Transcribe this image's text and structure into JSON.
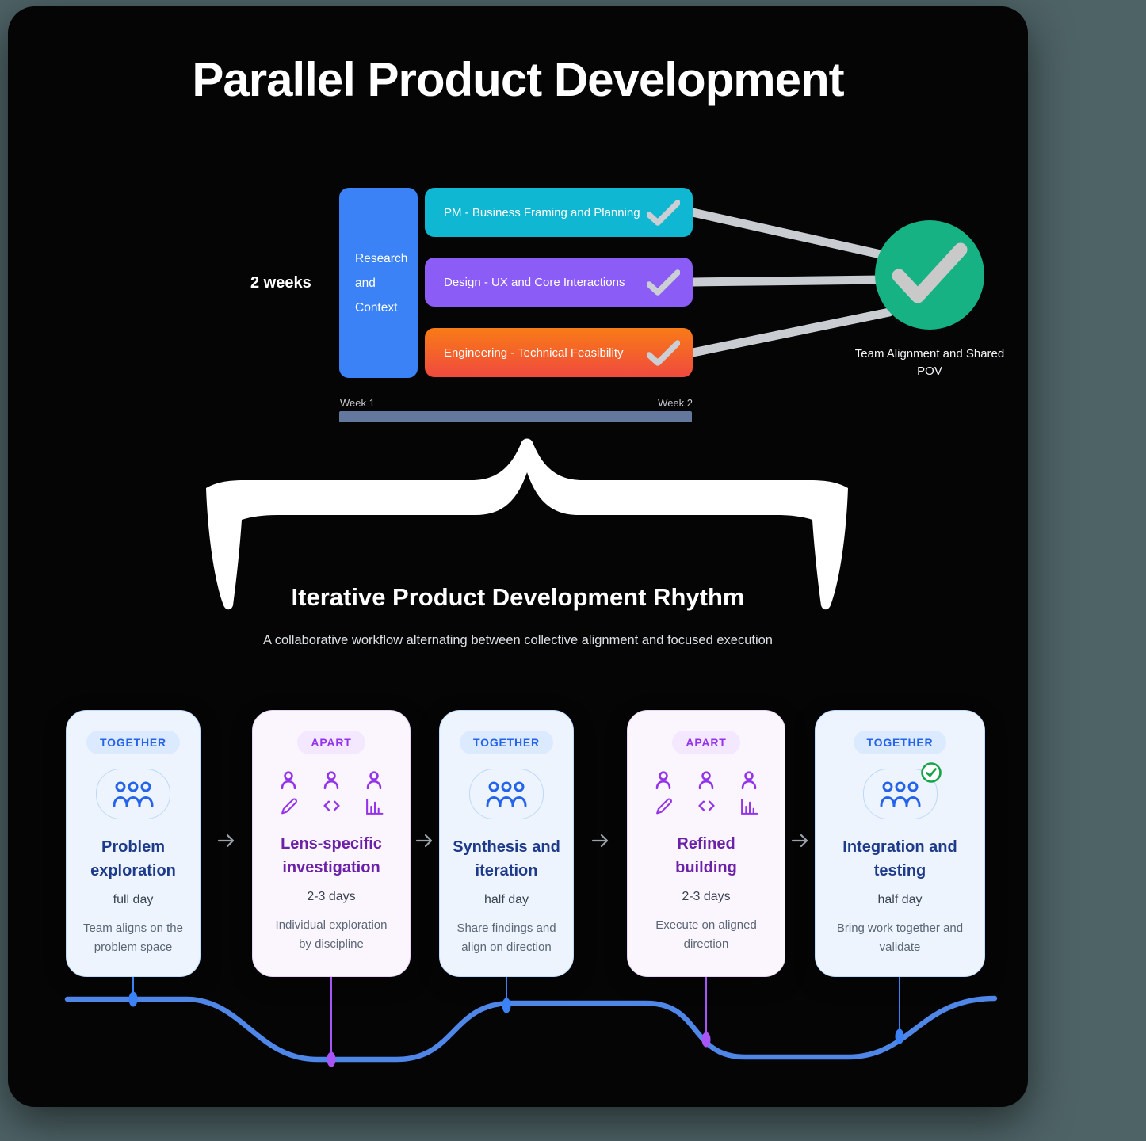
{
  "title": "Parallel Product Development",
  "timeline": {
    "duration_label": "2 weeks",
    "context_box": {
      "label": "Research and Context",
      "color": "#3B82F6"
    },
    "tracks": [
      {
        "label": "PM - Business Framing and Planning",
        "color": "#0FB7D2",
        "checked": true
      },
      {
        "label": "Design - UX and Core Interactions",
        "color": "#8B5CF6",
        "checked": true
      },
      {
        "label": "Engineering - Technical Feasibility",
        "color_top": "#F97B16",
        "color_bottom": "#EF4A3E",
        "checked": true
      }
    ],
    "outcome": {
      "label": "Team Alignment and Shared POV",
      "circle_color": "#17B284",
      "check_color": "#C9C9C9"
    },
    "axis": {
      "start_label": "Week 1",
      "end_label": "Week 2",
      "bar_color": "#64789E"
    }
  },
  "rhythm": {
    "heading": "Iterative Product Development Rhythm",
    "subheading": "A collaborative workflow alternating between collective alignment and focused execution",
    "phases": [
      {
        "mode": "TOGETHER",
        "title": "Problem exploration",
        "duration": "full day",
        "description": "Team aligns on the problem space",
        "icon": "people-icon",
        "dot_color": "#3B82F6"
      },
      {
        "mode": "APART",
        "title": "Lens-specific investigation",
        "duration": "2-3 days",
        "description": "Individual exploration by discipline",
        "lens_icons": [
          "pencil-icon",
          "code-icon",
          "chart-icon"
        ],
        "dot_color": "#A855F7"
      },
      {
        "mode": "TOGETHER",
        "title": "Synthesis and iteration",
        "duration": "half day",
        "description": "Share findings and align on direction",
        "icon": "people-icon",
        "dot_color": "#3B82F6"
      },
      {
        "mode": "APART",
        "title": "Refined building",
        "duration": "2-3 days",
        "description": "Execute on aligned direction",
        "lens_icons": [
          "pencil-icon",
          "code-icon",
          "chart-icon"
        ],
        "dot_color": "#A855F7"
      },
      {
        "mode": "TOGETHER",
        "title": "Integration and testing",
        "duration": "half day",
        "description": "Bring work together and validate",
        "icon": "people-icon",
        "completed": true,
        "dot_color": "#3B82F6"
      }
    ]
  },
  "colors": {
    "page_background": "#4E6366",
    "panel_background": "#050505",
    "together_accent": "#2563EB",
    "together_title": "#1E3A8A",
    "together_card_bg": "#EDF4FD",
    "apart_accent": "#9333EA",
    "apart_title": "#6B21A8",
    "apart_card_bg": "#FBF6FE",
    "wave_line": "#4E87E8",
    "link_line_gray": "#C9CCD0",
    "success_green": "#16A34A"
  }
}
